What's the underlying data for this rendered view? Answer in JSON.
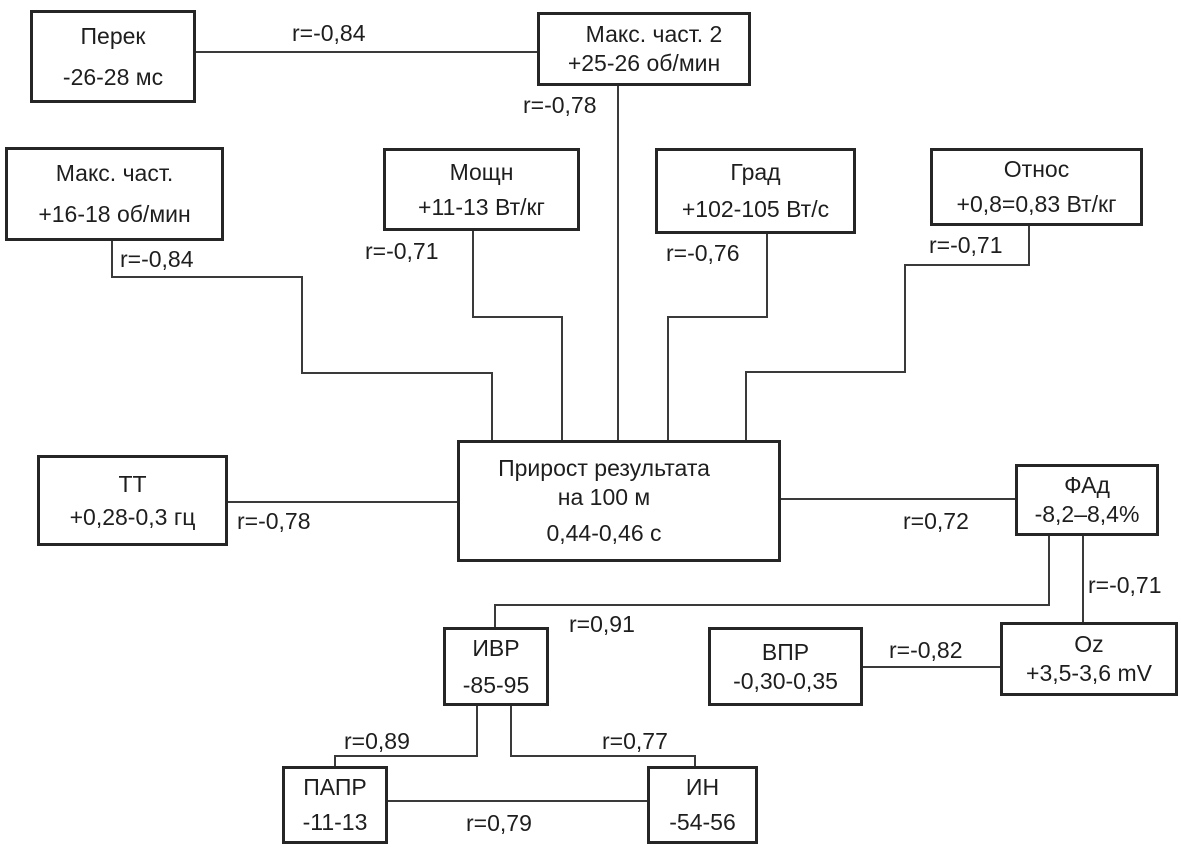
{
  "diagram": {
    "center": {
      "line1": "Прирост результата",
      "line2": "на 100 м",
      "line3": "0,44-0,46 с"
    },
    "nodes": {
      "perek": {
        "title": "Перек",
        "value": "-26-28 мс"
      },
      "maks_chast_2": {
        "title": "Макс. част. 2",
        "value": "+25-26  об/мин"
      },
      "maks_chast": {
        "title": "Макс. част.",
        "value": "+16-18 об/мин"
      },
      "moshch": {
        "title": "Мощн",
        "value": "+11-13  Вт/кг"
      },
      "grad": {
        "title": "Град",
        "value": "+102-105 Вт/с"
      },
      "otnos": {
        "title": "Относ",
        "value": "+0,8=0,83 Вт/кг"
      },
      "tt": {
        "title": "ТТ",
        "value": "+0,28-0,3  гц"
      },
      "fad": {
        "title": "ФАд",
        "value": "-8,2–8,4%"
      },
      "ivr": {
        "title": "ИВР",
        "value": "-85-95"
      },
      "vpr": {
        "title": "ВПР",
        "value": "-0,30-0,35"
      },
      "oz": {
        "title": "Oz",
        "value": "+3,5-3,6 mV"
      },
      "papr": {
        "title": "ПАПР",
        "value": "-11-13"
      },
      "in": {
        "title": "ИН",
        "value": "-54-56"
      }
    },
    "correlations": {
      "perek_maks2": "r=-0,84",
      "maks2_center": "r=-0,78",
      "maks_center": "r=-0,84",
      "moshch_center": "r=-0,71",
      "grad_center": "r=-0,76",
      "otnos_center": "r=-0,71",
      "tt_center": "r=-0,78",
      "center_fad": "r=0,72",
      "fad_ivr": "r=0,91",
      "fad_oz": "r=-0,71",
      "vpr_oz": "r=-0,82",
      "ivr_papr": "r=0,89",
      "ivr_in": "r=0,77",
      "papr_in": "r=0,79"
    }
  }
}
